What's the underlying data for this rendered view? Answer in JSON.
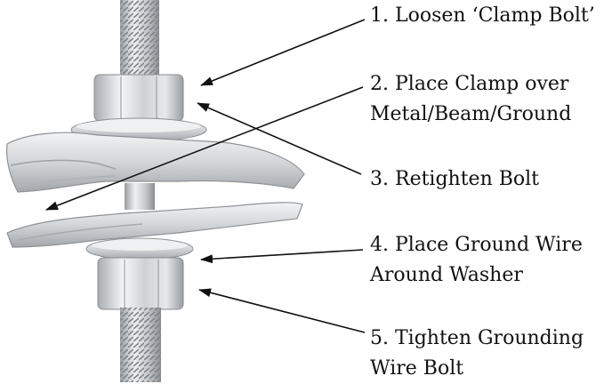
{
  "steps": [
    {
      "number": "1.",
      "lines": [
        "Loosen ‘Clamp Bolt’"
      ]
    },
    {
      "number": "2.",
      "lines": [
        "Place Clamp over",
        "Metal/Beam/Ground"
      ]
    },
    {
      "number": "3.",
      "lines": [
        "Retighten Bolt"
      ]
    },
    {
      "number": "4.",
      "lines": [
        "Place Ground Wire",
        "Around Washer"
      ]
    },
    {
      "number": "5.",
      "lines": [
        "Tighten Grounding",
        "Wire Bolt"
      ]
    }
  ],
  "colors": {
    "metal_light": "#e4e6e8",
    "metal_mid": "#c7cacd",
    "metal_dark": "#8e9296",
    "arrow": "#111111",
    "text": "#111111"
  }
}
